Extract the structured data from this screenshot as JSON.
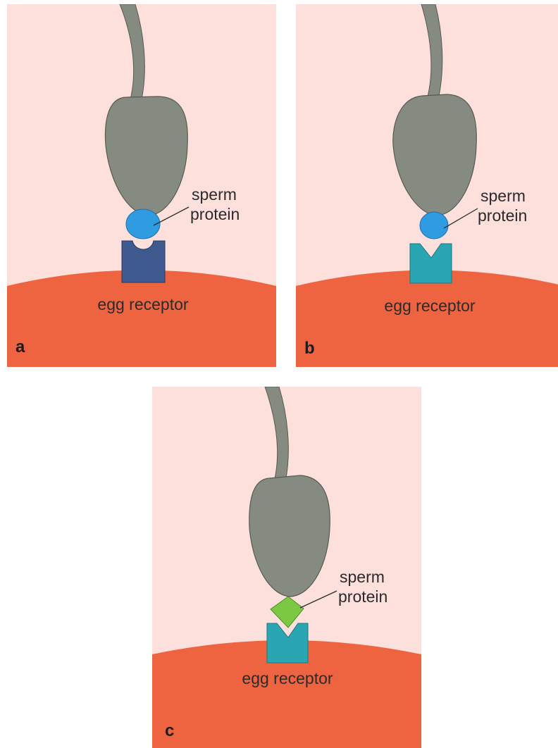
{
  "colors": {
    "background": "#fde0dc",
    "egg": "#ef6440",
    "sperm": "#868b82",
    "sperm_outline": "#555a52",
    "protein_round": "#2f9be0",
    "protein_diamond": "#7cc843",
    "receptor_round": "#3e5a8e",
    "receptor_v": "#2aa6b3"
  },
  "panels": [
    {
      "letter": "a",
      "protein_label_line1": "sperm",
      "protein_label_line2": "protein",
      "receptor_label": "egg receptor",
      "protein_shape": "round",
      "receptor_shape": "round-notch"
    },
    {
      "letter": "b",
      "protein_label_line1": "sperm",
      "protein_label_line2": "protein",
      "receptor_label": "egg receptor",
      "protein_shape": "round",
      "receptor_shape": "v-notch"
    },
    {
      "letter": "c",
      "protein_label_line1": "sperm",
      "protein_label_line2": "protein",
      "receptor_label": "egg receptor",
      "protein_shape": "diamond",
      "receptor_shape": "v-notch"
    }
  ]
}
